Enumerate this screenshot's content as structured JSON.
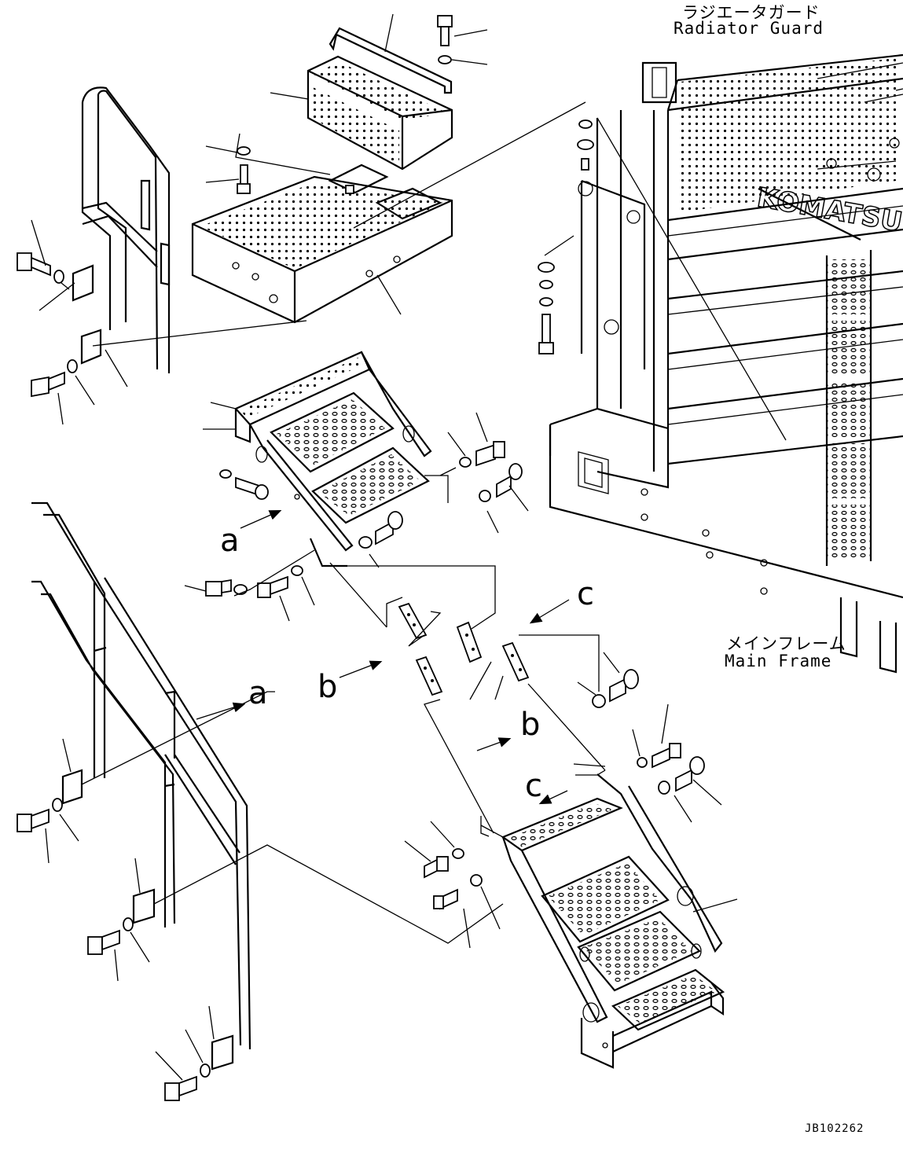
{
  "labels": {
    "radiator_guard_jp": "ラジエータガード",
    "radiator_guard_en": "Radiator Guard",
    "main_frame_jp": "メインフレーム",
    "main_frame_en": "Main Frame",
    "drawing_code": "JB102262"
  },
  "callouts": {
    "a": "a",
    "b": "b",
    "c": "c"
  },
  "colors": {
    "ink": "#000000",
    "paper": "#ffffff"
  }
}
